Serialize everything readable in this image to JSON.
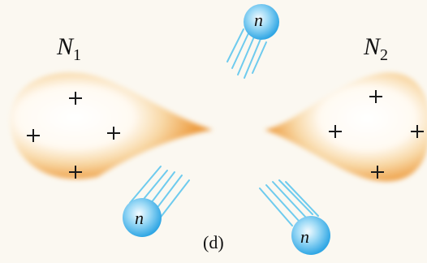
{
  "nuclei": [
    {
      "symbol": "N",
      "subscript": "1",
      "charges": [
        "+",
        "+",
        "+",
        "+"
      ]
    },
    {
      "symbol": "N",
      "subscript": "2",
      "charges": [
        "+",
        "+",
        "+",
        "+"
      ]
    }
  ],
  "neutrons": [
    {
      "symbol": "n"
    },
    {
      "symbol": "n"
    },
    {
      "symbol": "n"
    }
  ],
  "caption": "(d)",
  "colors": {
    "nucleus_orange": "#e89530",
    "nucleus_light": "#f8d8a6",
    "neutron_blue": "#3fb3ea",
    "streak_blue": "#6ecbee"
  }
}
